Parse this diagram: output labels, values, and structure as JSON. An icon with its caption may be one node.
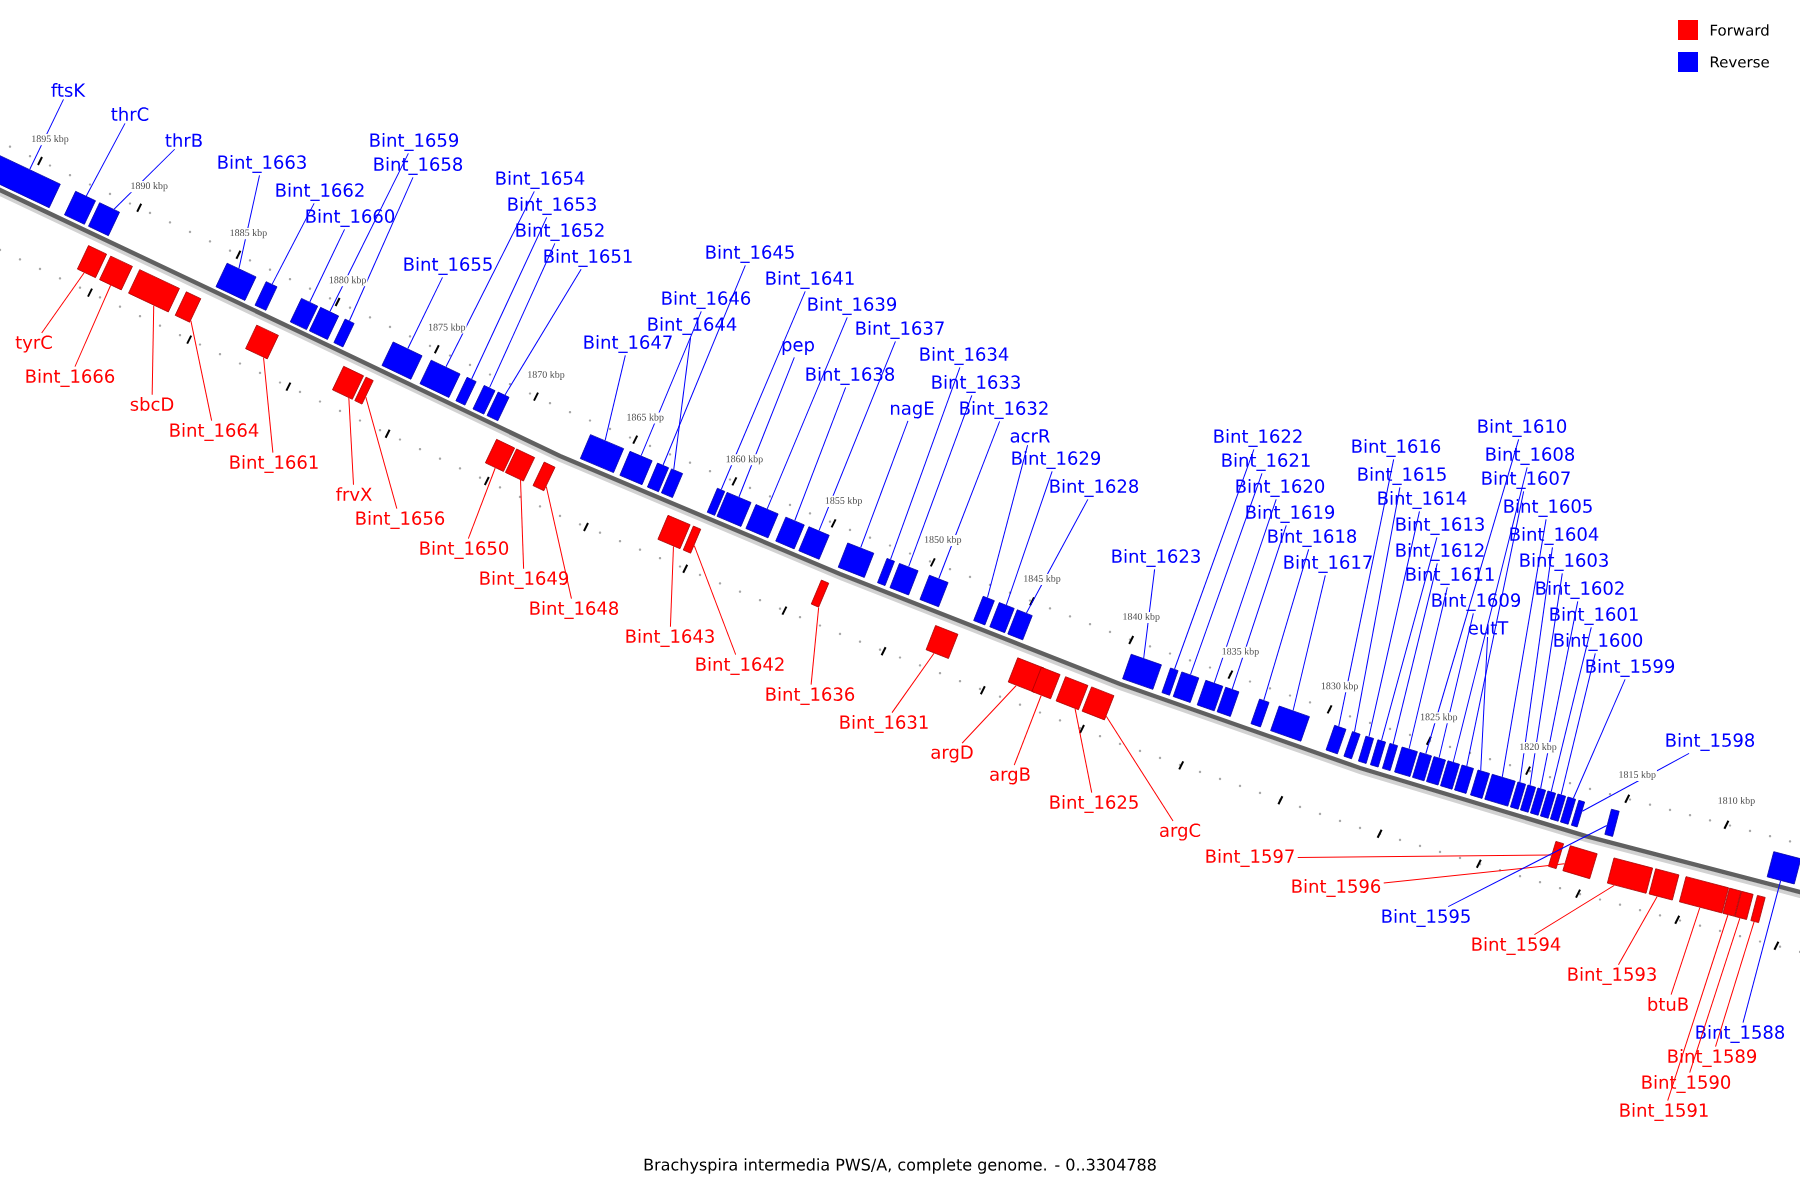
{
  "diagram": {
    "caption": "Brachyspira intermedia PWS/A, complete genome. - 0..3304788",
    "nodes": [
      {
        "text": [
          "ftsK"
        ]
      },
      {
        "text": [
          "thrC"
        ]
      },
      {
        "text": [
          "thrB"
        ]
      },
      {
        "text": [
          "Bint_1663"
        ]
      },
      {
        "text": [
          "Bint_1662"
        ]
      },
      {
        "text": [
          "Bint_1660"
        ]
      },
      {
        "text": [
          "Bint_1659"
        ]
      },
      {
        "text": [
          "Bint_1658"
        ]
      },
      {
        "text": [
          "Bint_1655"
        ]
      },
      {
        "text": [
          "Bint_1654"
        ]
      },
      {
        "text": [
          "Bint_1653"
        ]
      },
      {
        "text": [
          "Bint_1652"
        ]
      },
      {
        "text": [
          "Bint_1651"
        ]
      },
      {
        "text": [
          "Bint_1647"
        ]
      },
      {
        "text": [
          "Bint_1646"
        ]
      },
      {
        "text": [
          "Bint_1645"
        ]
      },
      {
        "text": [
          "Bint_1644"
        ]
      },
      {
        "text": [
          "Bint_1641"
        ]
      },
      {
        "text": [
          "pep"
        ]
      },
      {
        "text": [
          "Bint_1639"
        ]
      },
      {
        "text": [
          "Bint_1638"
        ]
      },
      {
        "text": [
          "Bint_1637"
        ]
      },
      {
        "text": [
          "Bint_1634"
        ]
      },
      {
        "text": [
          "Bint_1633"
        ]
      },
      {
        "text": [
          "nagE"
        ]
      },
      {
        "text": [
          "Bint_1632"
        ]
      },
      {
        "text": [
          "acrR"
        ]
      },
      {
        "text": [
          "Bint_1629"
        ]
      },
      {
        "text": [
          "Bint_1628"
        ]
      },
      {
        "text": [
          "Bint_1622"
        ]
      },
      {
        "text": [
          "Bint_1621"
        ]
      },
      {
        "text": [
          "Bint_1620"
        ]
      },
      {
        "text": [
          "Bint_1619"
        ]
      },
      {
        "text": [
          "Bint_1618"
        ]
      },
      {
        "text": [
          "Bint_1617"
        ]
      },
      {
        "text": [
          "Bint_1623"
        ]
      },
      {
        "text": [
          "Bint_1616"
        ]
      },
      {
        "text": [
          "Bint_1615"
        ]
      },
      {
        "text": [
          "Bint_1614"
        ]
      },
      {
        "text": [
          "Bint_1613"
        ]
      },
      {
        "text": [
          "Bint_1612"
        ]
      },
      {
        "text": [
          "Bint_1611"
        ]
      },
      {
        "text": [
          "Bint_1610"
        ]
      },
      {
        "text": [
          "Bint_1609"
        ]
      },
      {
        "text": [
          "Bint_1608"
        ]
      },
      {
        "text": [
          "Bint_1607"
        ]
      },
      {
        "text": [
          "eutT"
        ]
      },
      {
        "text": [
          "Bint_1605"
        ]
      },
      {
        "text": [
          "Bint_1604"
        ]
      },
      {
        "text": [
          "Bint_1603"
        ]
      },
      {
        "text": [
          "Bint_1602"
        ]
      },
      {
        "text": [
          "Bint_1601"
        ]
      },
      {
        "text": [
          "Bint_1600"
        ]
      },
      {
        "text": [
          "Bint_1599"
        ]
      },
      {
        "text": [
          "Bint_1598"
        ]
      },
      {
        "text": [
          "tyrC"
        ]
      },
      {
        "text": [
          "Bint_1666"
        ]
      },
      {
        "text": [
          "sbcD"
        ]
      },
      {
        "text": [
          "Bint_1664"
        ]
      },
      {
        "text": [
          "Bint_1661"
        ]
      },
      {
        "text": [
          "frvX"
        ]
      },
      {
        "text": [
          "Bint_1656"
        ]
      },
      {
        "text": [
          "Bint_1650"
        ]
      },
      {
        "text": [
          "Bint_1649"
        ]
      },
      {
        "text": [
          "Bint_1648"
        ]
      },
      {
        "text": [
          "Bint_1643"
        ]
      },
      {
        "text": [
          "Bint_1642"
        ]
      },
      {
        "text": [
          "Bint_1636"
        ]
      },
      {
        "text": [
          "Bint_1631"
        ]
      },
      {
        "text": [
          "argD"
        ]
      },
      {
        "text": [
          "argB"
        ]
      },
      {
        "text": [
          "Bint_1625"
        ]
      },
      {
        "text": [
          "argC"
        ]
      },
      {
        "text": [
          "Bint_1597"
        ]
      },
      {
        "text": [
          "Bint_1596"
        ]
      },
      {
        "text": [
          "Bint_1595"
        ]
      },
      {
        "text": [
          "Bint_1594"
        ]
      },
      {
        "text": [
          "Bint_1593"
        ]
      },
      {
        "text": [
          "btuB"
        ]
      },
      {
        "text": [
          "Bint_1588"
        ]
      },
      {
        "text": [
          "Bint_1589"
        ]
      },
      {
        "text": [
          "Bint_1590"
        ]
      },
      {
        "text": [
          "Bint_1591"
        ]
      },
      {
        "text": [],
        "shape": "box"
      },
      {
        "text": [],
        "shape": "box"
      },
      {
        "text": [],
        "shape": "box"
      },
      {
        "text": [],
        "shape": "box"
      },
      {
        "text": [],
        "shape": "box"
      },
      {
        "text": [],
        "shape": "box"
      },
      {
        "text": [],
        "shape": "box"
      },
      {
        "text": [],
        "shape": "box"
      },
      {
        "text": [],
        "shape": "box"
      },
      {
        "text": [],
        "shape": "box"
      },
      {
        "text": [],
        "shape": "box"
      },
      {
        "text": [],
        "shape": "box"
      },
      {
        "text": [],
        "shape": "box"
      },
      {
        "text": [],
        "shape": "box"
      },
      {
        "text": [],
        "shape": "box"
      },
      {
        "text": [],
        "shape": "box"
      },
      {
        "text": [],
        "shape": "box"
      },
      {
        "text": [],
        "shape": "box"
      },
      {
        "text": [],
        "shape": "box"
      },
      {
        "text": [],
        "shape": "box"
      },
      {
        "text": [],
        "shape": "box"
      },
      {
        "text": [],
        "shape": "box"
      },
      {
        "text": [],
        "shape": "box"
      },
      {
        "text": [],
        "shape": "box"
      },
      {
        "text": [],
        "shape": "box"
      },
      {
        "text": [],
        "shape": "box"
      },
      {
        "text": [],
        "shape": "box"
      },
      {
        "text": [],
        "shape": "box"
      },
      {
        "text": [],
        "shape": "box"
      },
      {
        "text": [],
        "shape": "box"
      },
      {
        "text": [],
        "shape": "box"
      },
      {
        "text": [],
        "shape": "box"
      },
      {
        "text": [],
        "shape": "box"
      },
      {
        "text": [],
        "shape": "box"
      },
      {
        "text": [],
        "shape": "box"
      },
      {
        "text": [],
        "shape": "box"
      },
      {
        "text": [],
        "shape": "box"
      },
      {
        "text": [],
        "shape": "box"
      },
      {
        "text": [],
        "shape": "box"
      },
      {
        "text": [],
        "shape": "box"
      },
      {
        "text": [],
        "shape": "box"
      },
      {
        "text": [],
        "shape": "box"
      },
      {
        "text": [],
        "shape": "box"
      },
      {
        "text": [],
        "shape": "box"
      },
      {
        "text": [],
        "shape": "box"
      },
      {
        "text": [],
        "shape": "box"
      },
      {
        "text": [],
        "shape": "box"
      },
      {
        "text": [],
        "shape": "box"
      },
      {
        "text": [],
        "shape": "box"
      },
      {
        "text": [],
        "shape": "box"
      },
      {
        "text": [],
        "shape": "box"
      },
      {
        "text": [],
        "shape": "box"
      },
      {
        "text": [],
        "shape": "box"
      },
      {
        "text": [],
        "shape": "box"
      },
      {
        "text": [],
        "shape": "box"
      },
      {
        "text": [],
        "shape": "box"
      },
      {
        "text": [],
        "shape": "box"
      },
      {
        "text": [],
        "shape": "box"
      },
      {
        "text": [],
        "shape": "box"
      },
      {
        "text": [],
        "shape": "box"
      },
      {
        "text": [],
        "shape": "box"
      },
      {
        "text": [],
        "shape": "box"
      },
      {
        "text": [],
        "shape": "box"
      },
      {
        "text": [],
        "shape": "box"
      },
      {
        "text": [],
        "shape": "box"
      },
      {
        "text": [],
        "shape": "box"
      },
      {
        "text": [],
        "shape": "box"
      },
      {
        "text": [],
        "shape": "box"
      },
      {
        "text": [],
        "shape": "box"
      },
      {
        "text": [],
        "shape": "box"
      },
      {
        "text": [],
        "shape": "box"
      },
      {
        "text": [],
        "shape": "box"
      },
      {
        "text": [],
        "shape": "box"
      },
      {
        "text": [],
        "shape": "box"
      },
      {
        "text": [],
        "shape": "box"
      },
      {
        "text": [],
        "shape": "box"
      },
      {
        "text": [],
        "shape": "box"
      },
      {
        "text": [],
        "shape": "box"
      },
      {
        "text": [],
        "shape": "box"
      },
      {
        "text": [],
        "shape": "box"
      },
      {
        "text": [],
        "shape": "box"
      },
      {
        "text": [],
        "shape": "box"
      },
      {
        "text": [],
        "shape": "box"
      }
    ],
    "edges": [
      {
        "from": 0,
        "to": 83,
        "arrow": "none"
      },
      {
        "from": 1,
        "to": 84,
        "arrow": "none"
      },
      {
        "from": 2,
        "to": 85,
        "arrow": "none"
      },
      {
        "from": 3,
        "to": 86,
        "arrow": "none"
      },
      {
        "from": 4,
        "to": 87,
        "arrow": "none"
      },
      {
        "from": 5,
        "to": 88,
        "arrow": "none"
      },
      {
        "from": 6,
        "to": 89,
        "arrow": "none"
      },
      {
        "from": 7,
        "to": 90,
        "arrow": "none"
      },
      {
        "from": 8,
        "to": 91,
        "arrow": "none"
      },
      {
        "from": 9,
        "to": 92,
        "arrow": "none"
      },
      {
        "from": 10,
        "to": 93,
        "arrow": "none"
      },
      {
        "from": 11,
        "to": 94,
        "arrow": "none"
      },
      {
        "from": 12,
        "to": 95,
        "arrow": "none"
      },
      {
        "from": 13,
        "to": 96,
        "arrow": "none"
      },
      {
        "from": 14,
        "to": 97,
        "arrow": "none"
      },
      {
        "from": 15,
        "to": 98,
        "arrow": "none"
      },
      {
        "from": 16,
        "to": 99,
        "arrow": "none"
      },
      {
        "from": 17,
        "to": 100,
        "arrow": "none"
      },
      {
        "from": 18,
        "to": 101,
        "arrow": "none"
      },
      {
        "from": 19,
        "to": 102,
        "arrow": "none"
      },
      {
        "from": 20,
        "to": 103,
        "arrow": "none"
      },
      {
        "from": 21,
        "to": 104,
        "arrow": "none"
      },
      {
        "from": 22,
        "to": 105,
        "arrow": "none"
      },
      {
        "from": 23,
        "to": 106,
        "arrow": "none"
      },
      {
        "from": 24,
        "to": 107,
        "arrow": "none"
      },
      {
        "from": 25,
        "to": 108,
        "arrow": "none"
      },
      {
        "from": 26,
        "to": 109,
        "arrow": "none"
      },
      {
        "from": 27,
        "to": 110,
        "arrow": "none"
      },
      {
        "from": 28,
        "to": 111,
        "arrow": "none"
      },
      {
        "from": 29,
        "to": 112,
        "arrow": "none"
      },
      {
        "from": 30,
        "to": 113,
        "arrow": "none"
      },
      {
        "from": 31,
        "to": 114,
        "arrow": "none"
      },
      {
        "from": 32,
        "to": 115,
        "arrow": "none"
      },
      {
        "from": 33,
        "to": 116,
        "arrow": "none"
      },
      {
        "from": 34,
        "to": 117,
        "arrow": "none"
      },
      {
        "from": 35,
        "to": 118,
        "arrow": "none"
      },
      {
        "from": 36,
        "to": 119,
        "arrow": "none"
      },
      {
        "from": 37,
        "to": 120,
        "arrow": "none"
      },
      {
        "from": 38,
        "to": 121,
        "arrow": "none"
      },
      {
        "from": 39,
        "to": 122,
        "arrow": "none"
      },
      {
        "from": 40,
        "to": 123,
        "arrow": "none"
      },
      {
        "from": 41,
        "to": 124,
        "arrow": "none"
      },
      {
        "from": 42,
        "to": 125,
        "arrow": "none"
      },
      {
        "from": 43,
        "to": 126,
        "arrow": "none"
      },
      {
        "from": 44,
        "to": 127,
        "arrow": "none"
      },
      {
        "from": 45,
        "to": 128,
        "arrow": "none"
      },
      {
        "from": 46,
        "to": 129,
        "arrow": "none"
      },
      {
        "from": 47,
        "to": 130,
        "arrow": "none"
      },
      {
        "from": 48,
        "to": 131,
        "arrow": "none"
      },
      {
        "from": 49,
        "to": 132,
        "arrow": "none"
      },
      {
        "from": 50,
        "to": 133,
        "arrow": "none"
      },
      {
        "from": 51,
        "to": 134,
        "arrow": "none"
      },
      {
        "from": 52,
        "to": 135,
        "arrow": "none"
      },
      {
        "from": 53,
        "to": 136,
        "arrow": "none"
      },
      {
        "from": 54,
        "to": 137,
        "arrow": "none"
      },
      {
        "from": 55,
        "to": 138,
        "arrow": "none",
        "color": "#ff0000"
      },
      {
        "from": 56,
        "to": 139,
        "arrow": "none",
        "color": "#ff0000"
      },
      {
        "from": 57,
        "to": 140,
        "arrow": "none",
        "color": "#ff0000"
      },
      {
        "from": 58,
        "to": 141,
        "arrow": "none",
        "color": "#ff0000"
      },
      {
        "from": 59,
        "to": 142,
        "arrow": "none",
        "color": "#ff0000"
      },
      {
        "from": 60,
        "to": 143,
        "arrow": "none",
        "color": "#ff0000"
      },
      {
        "from": 61,
        "to": 144,
        "arrow": "none",
        "color": "#ff0000"
      },
      {
        "from": 62,
        "to": 145,
        "arrow": "none",
        "color": "#ff0000"
      },
      {
        "from": 63,
        "to": 146,
        "arrow": "none",
        "color": "#ff0000"
      },
      {
        "from": 64,
        "to": 147,
        "arrow": "none",
        "color": "#ff0000"
      },
      {
        "from": 65,
        "to": 148,
        "arrow": "none",
        "color": "#ff0000"
      },
      {
        "from": 66,
        "to": 149,
        "arrow": "none",
        "color": "#ff0000"
      },
      {
        "from": 67,
        "to": 150,
        "arrow": "none",
        "color": "#ff0000"
      },
      {
        "from": 68,
        "to": 151,
        "arrow": "none",
        "color": "#ff0000"
      },
      {
        "from": 69,
        "to": 152,
        "arrow": "none",
        "color": "#ff0000"
      },
      {
        "from": 70,
        "to": 153,
        "arrow": "none",
        "color": "#ff0000"
      },
      {
        "from": 71,
        "to": 154,
        "arrow": "none",
        "color": "#ff0000"
      },
      {
        "from": 72,
        "to": 155,
        "arrow": "none",
        "color": "#ff0000"
      },
      {
        "from": 73,
        "to": 156,
        "arrow": "none",
        "color": "#ff0000"
      },
      {
        "from": 74,
        "to": 157,
        "arrow": "none",
        "color": "#ff0000"
      },
      {
        "from": 75,
        "to": 158,
        "arrow": "none"
      },
      {
        "from": 76,
        "to": 159,
        "arrow": "none",
        "color": "#ff0000"
      },
      {
        "from": 77,
        "to": 160,
        "arrow": "none",
        "color": "#ff0000"
      },
      {
        "from": 78,
        "to": 161,
        "arrow": "none",
        "color": "#ff0000"
      },
      {
        "from": 79,
        "to": 162,
        "arrow": "none"
      },
      {
        "from": 80,
        "to": 163,
        "arrow": "none",
        "color": "#ff0000"
      },
      {
        "from": 81,
        "to": 164,
        "arrow": "none",
        "color": "#ff0000"
      },
      {
        "from": 82,
        "to": 165,
        "arrow": "none",
        "color": "#ff0000"
      }
    ],
    "labels": [
      "1895 kbp",
      "1890 kbp",
      "1885 kbp",
      "1880 kbp",
      "1875 kbp",
      "1870 kbp",
      "1865 kbp",
      "1860 kbp",
      "1855 kbp",
      "1850 kbp",
      "1845 kbp",
      "1840 kbp",
      "1835 kbp",
      "1830 kbp",
      "1825 kbp",
      "1820 kbp",
      "1815 kbp",
      "1810 kbp"
    ],
    "legend": [
      {
        "text": "Forward",
        "color": "#ff0000"
      },
      {
        "text": "Reverse",
        "color": "#0000ff"
      }
    ]
  }
}
